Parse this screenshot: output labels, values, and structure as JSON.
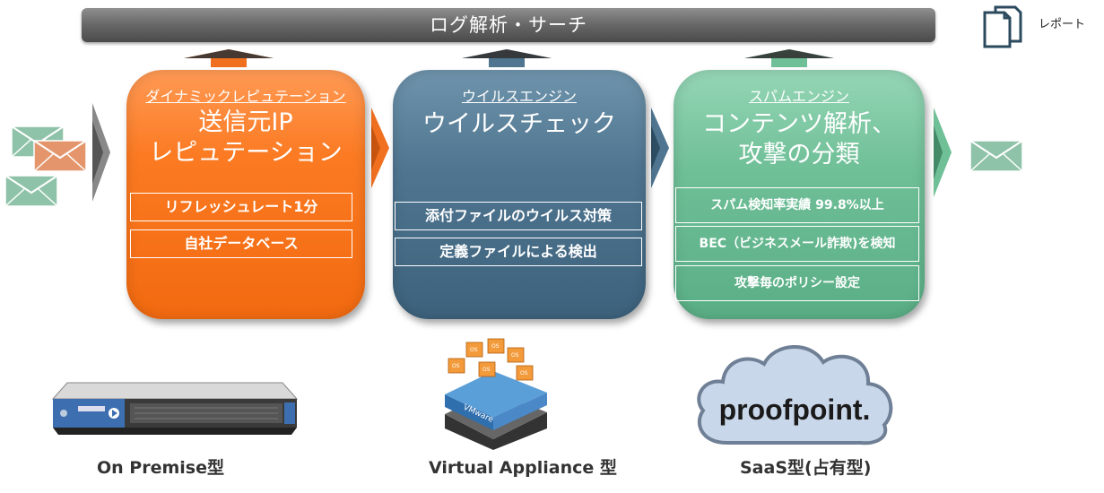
{
  "header": {
    "title": "ログ解析・サーチ"
  },
  "report": {
    "label": "レポート",
    "icon": "document-stack-icon"
  },
  "panels": [
    {
      "title": "ダイナミックレピュテーション",
      "heading_line1": "送信元IP",
      "heading_line2": "レピュテーション",
      "items": [
        "リフレッシュレート1分",
        "自社データベース"
      ],
      "color": "#f7741a"
    },
    {
      "title": "ウイルスエンジン",
      "heading_line1": "ウイルスチェック",
      "heading_line2": "",
      "items": [
        "添付ファイルのウイルス対策",
        "定義ファイルによる検出"
      ],
      "color": "#4f7590"
    },
    {
      "title": "スパムエンジン",
      "heading_line1": "コンテンツ解析、",
      "heading_line2": "攻撃の分類",
      "items": [
        "スパム検知率実績 99.8%以上",
        "BEC（ビジネスメール詐欺)を検知",
        "攻撃毎のポリシー設定"
      ],
      "color": "#6fbf97"
    }
  ],
  "deployments": [
    {
      "caption": "On Premise型",
      "icon": "server-appliance-icon"
    },
    {
      "caption": "Virtual Appliance 型",
      "icon": "vmware-stack-icon",
      "badge_text": "VMware",
      "vm_label": "OS"
    },
    {
      "caption": "SaaS型(占有型)",
      "icon": "cloud-icon",
      "logo_text": "proofpoint."
    }
  ]
}
